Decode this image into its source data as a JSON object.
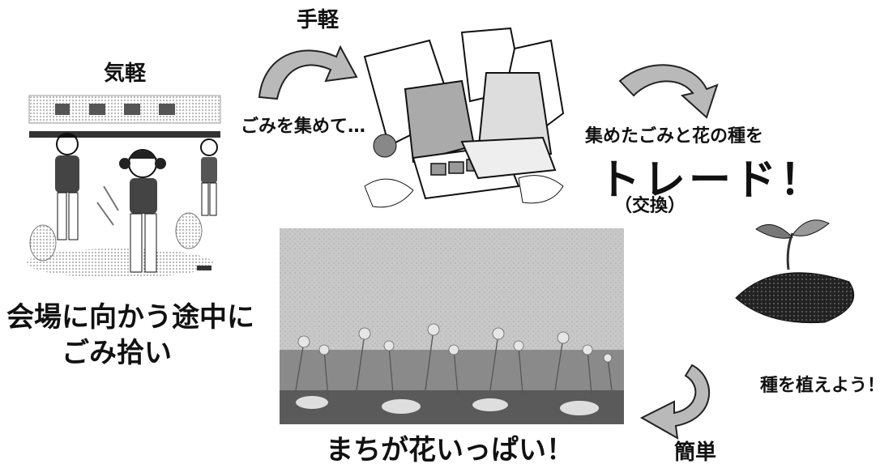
{
  "labels": {
    "kigaru": "気軽",
    "tegaru": "手軽",
    "kantan": "簡単",
    "collect": "ごみを集めて…",
    "trade_line1": "集めたごみと花の種を",
    "trade_big": "トレード！",
    "trade_sub": "（交換）",
    "pickup_line1": "会場に向かう途中に",
    "pickup_line2": "ごみ拾い",
    "plant": "種を植えよう！",
    "result": "まちが花いっぱい！"
  },
  "colors": {
    "arrow_fill": "#b9b9b9",
    "arrow_stroke": "#222222",
    "photo_sky": "#c8c8c8",
    "photo_ground": "#6e6e6e"
  }
}
